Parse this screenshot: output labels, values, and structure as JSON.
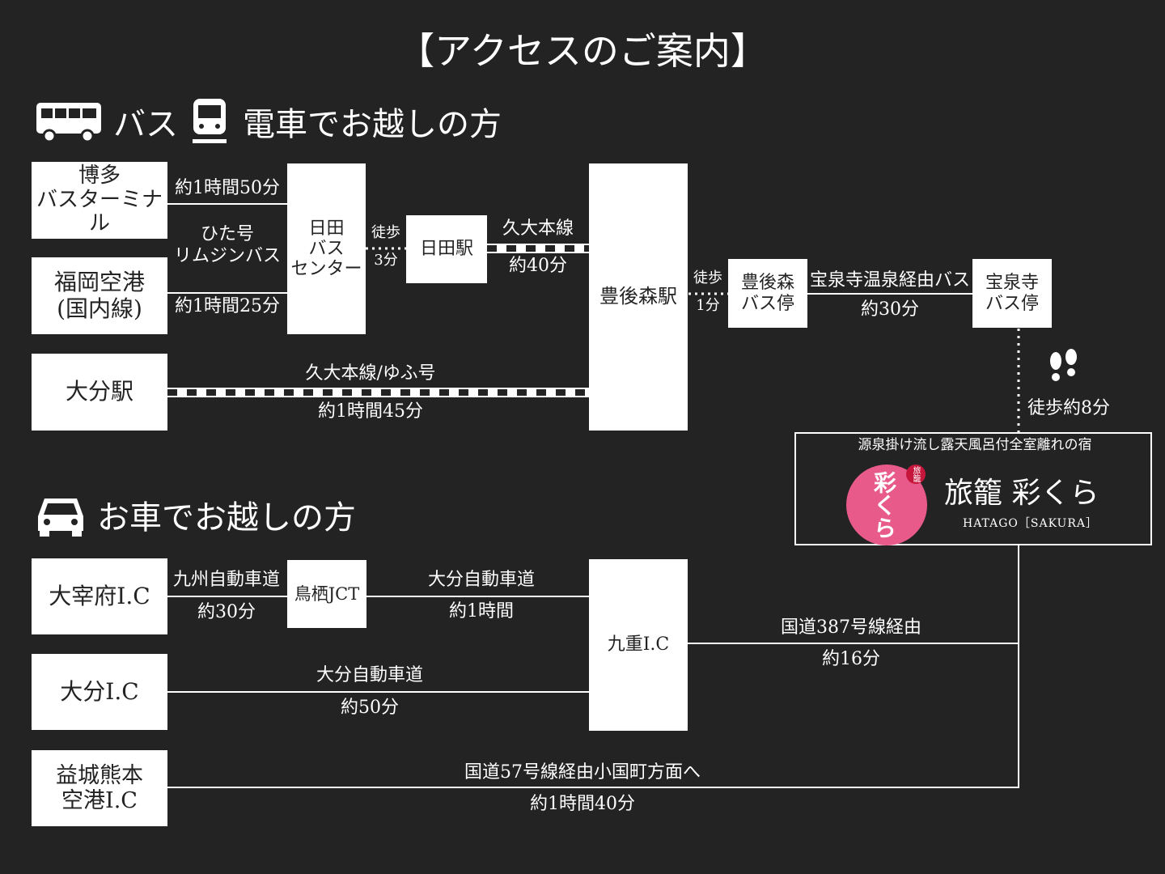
{
  "title": "【アクセスのご案内】",
  "section_train": {
    "label_bus": "バス",
    "label_rest": "電車でお越しの方",
    "icons": [
      "bus-icon",
      "train-icon"
    ],
    "nodes": {
      "hakata": [
        "博多",
        "バスターミナル"
      ],
      "fukuoka_airport": [
        "福岡空港",
        "(国内線)"
      ],
      "oita_station": "大分駅",
      "hita_bus_center": [
        "日田",
        "バス",
        "センター"
      ],
      "hita_station": "日田駅",
      "bungomori_station": "豊後森駅",
      "bungomori_bus_stop": [
        "豊後森",
        "バス停"
      ],
      "hosenji_bus_stop": [
        "宝泉寺",
        "バス停"
      ]
    },
    "edges": {
      "hakata_time": "約1時間50分",
      "limousine": [
        "ひた号",
        "リムジンバス"
      ],
      "airport_time": "約1時間25分",
      "walk1": [
        "徒歩",
        "3分"
      ],
      "kyudai_line": "久大本線",
      "kyudai_time": "約40分",
      "walk2": [
        "徒歩",
        "1分"
      ],
      "hosenji_bus": "宝泉寺温泉経由バス",
      "hosenji_time": "約30分",
      "oita_line": "久大本線/ゆふ号",
      "oita_time": "約1時間45分",
      "walk_final": "徒歩約8分"
    }
  },
  "section_car": {
    "label": "お車でお越しの方",
    "icon": "car-icon",
    "nodes": {
      "dazaifu": "大宰府I.C",
      "tosu": "鳥栖JCT",
      "oita_ic": "大分I.C",
      "mashiki": [
        "益城熊本",
        "空港I.C"
      ],
      "kokonoe": "九重I.C"
    },
    "edges": {
      "kyushu_exp": "九州自動車道",
      "kyushu_time": "約30分",
      "oita_exp": "大分自動車道",
      "oita_exp_time": "約1時間",
      "oita_ic_exp": "大分自動車道",
      "oita_ic_time": "約50分",
      "route387": "国道387号線経由",
      "route387_time": "約16分",
      "route57": "国道57号線経由小国町方面へ",
      "route57_time": "約1時間40分"
    }
  },
  "inn": {
    "tagline": "源泉掛け流し露天風呂付全室離れの宿",
    "name": "旅籠 彩くら",
    "name_en": "HATAGO［SAKURA］",
    "logo_text": "彩くら",
    "logo_stamp": "旅籠",
    "logo_color": "#e85a8a"
  },
  "colors": {
    "background": "#232323",
    "box": "#ffffff",
    "line": "#ffffff"
  }
}
